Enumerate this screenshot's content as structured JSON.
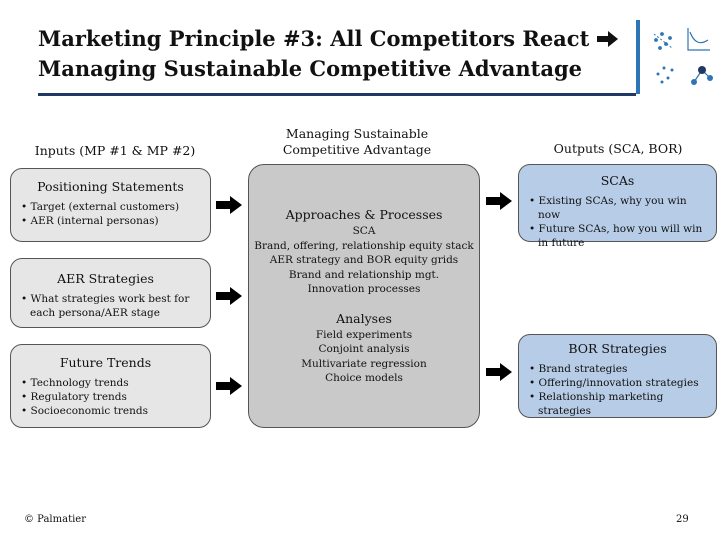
{
  "title": {
    "line1": "Marketing Principle #3: All Competitors React",
    "arrow_icon": "right-arrow-icon",
    "line2": "Managing Sustainable Competitive Advantage"
  },
  "columns": {
    "inputs_header": "Inputs (MP #1 & MP #2)",
    "center_header": "Managing Sustainable Competitive Advantage",
    "outputs_header": "Outputs (SCA, BOR)"
  },
  "inputs": {
    "positioning": {
      "title": "Positioning Statements",
      "bullets": [
        "Target (external customers)",
        "AER (internal personas)"
      ]
    },
    "aer": {
      "title": "AER Strategies",
      "bullets": [
        "What strategies work best for each persona/AER stage"
      ]
    },
    "trends": {
      "title": "Future Trends",
      "bullets": [
        "Technology trends",
        "Regulatory trends",
        "Socioeconomic trends"
      ]
    }
  },
  "center": {
    "approaches_title": "Approaches & Processes",
    "approaches_lines": [
      "SCA",
      "Brand, offering, relationship equity stack",
      "AER strategy and BOR equity grids",
      "Brand and relationship mgt.",
      "Innovation processes"
    ],
    "analyses_title": "Analyses",
    "analyses_lines": [
      "Field experiments",
      "Conjoint analysis",
      "Multivariate regression",
      "Choice models"
    ]
  },
  "outputs": {
    "scas": {
      "title": "SCAs",
      "bullets": [
        "Existing SCAs, why you win now",
        "Future SCAs, how you will win in future"
      ]
    },
    "bor": {
      "title": "BOR Strategies",
      "bullets": [
        "Brand strategies",
        "Offering/innovation strategies",
        "Relationship marketing strategies"
      ]
    }
  },
  "footer": {
    "copyright": "© Palmatier",
    "page_number": "29"
  },
  "colors": {
    "title_rule": "#1f3864",
    "logo_accent": "#2e75b6",
    "input_box": "#e6e6e6",
    "center_box": "#c9c9c9",
    "output_box": "#b7cce6",
    "arrow": "#000000"
  }
}
